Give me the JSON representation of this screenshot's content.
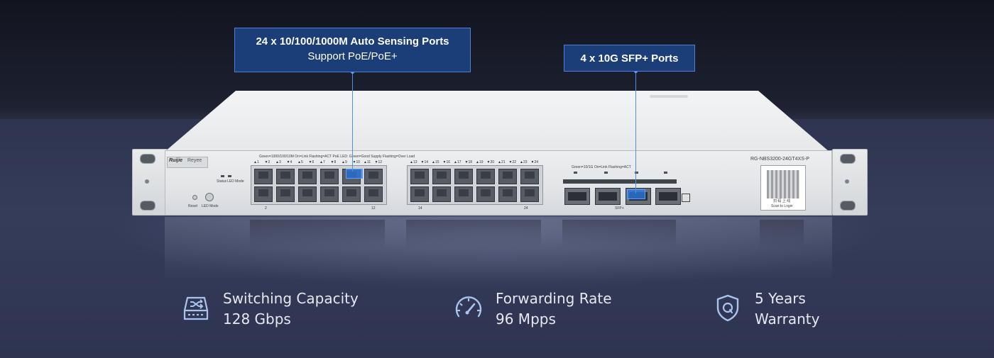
{
  "callouts": {
    "ports": {
      "title": "24 x 10/100/1000M Auto Sensing Ports",
      "subtitle": "Support PoE/PoE+"
    },
    "sfp": {
      "title": "4 x 10G SFP+ Ports"
    }
  },
  "device": {
    "brand": "Ruijie",
    "subbrand": "Reyee",
    "model": "RG-NBS3200-24GT4XS-P",
    "legend_left": "Green=1000/100/10M  On=Link  Flashing=ACT  PoE LED: Green=Good Supply  Flashing=Over Load",
    "legend_sfp": "Green=10/1G  On=Link  Flashing=ACT",
    "status_label": "Status",
    "led_mode_label": "LED Mode",
    "reset_label": "Reset",
    "led_mode_btn_label": "LED Mode",
    "sfp_label": "SFP+",
    "scan_label": "Scan to Login",
    "scan_cn": "扫 码 上 线",
    "port_top_labels_a": [
      "▲1",
      "▼2",
      "▲3",
      "▼4",
      "▲5",
      "▼6",
      "▲7",
      "▼8",
      "▲9",
      "▼10",
      "▲11",
      "▼12"
    ],
    "port_top_labels_b": [
      "▲13",
      "▼14",
      "▲15",
      "▼16",
      "▲17",
      "▼18",
      "▲19",
      "▼20",
      "▲21",
      "▼22",
      "▲23",
      "▼24"
    ],
    "bottom_labels": {
      "a_left": "2",
      "a_right": "12",
      "b_left": "14",
      "b_right": "24"
    }
  },
  "features": [
    {
      "icon": "switching-icon",
      "line1": "Switching Capacity",
      "line2": "128 Gbps"
    },
    {
      "icon": "speedometer-icon",
      "line1": "Forwarding Rate",
      "line2": "96 Mpps"
    },
    {
      "icon": "shield-warranty-icon",
      "line1": "5 Years",
      "line2": "Warranty"
    }
  ],
  "colors": {
    "callout_bg": "#1b3d78",
    "callout_border": "#4f7fd6",
    "text": "#e6e9f2",
    "icon": "#a9c4ee"
  }
}
